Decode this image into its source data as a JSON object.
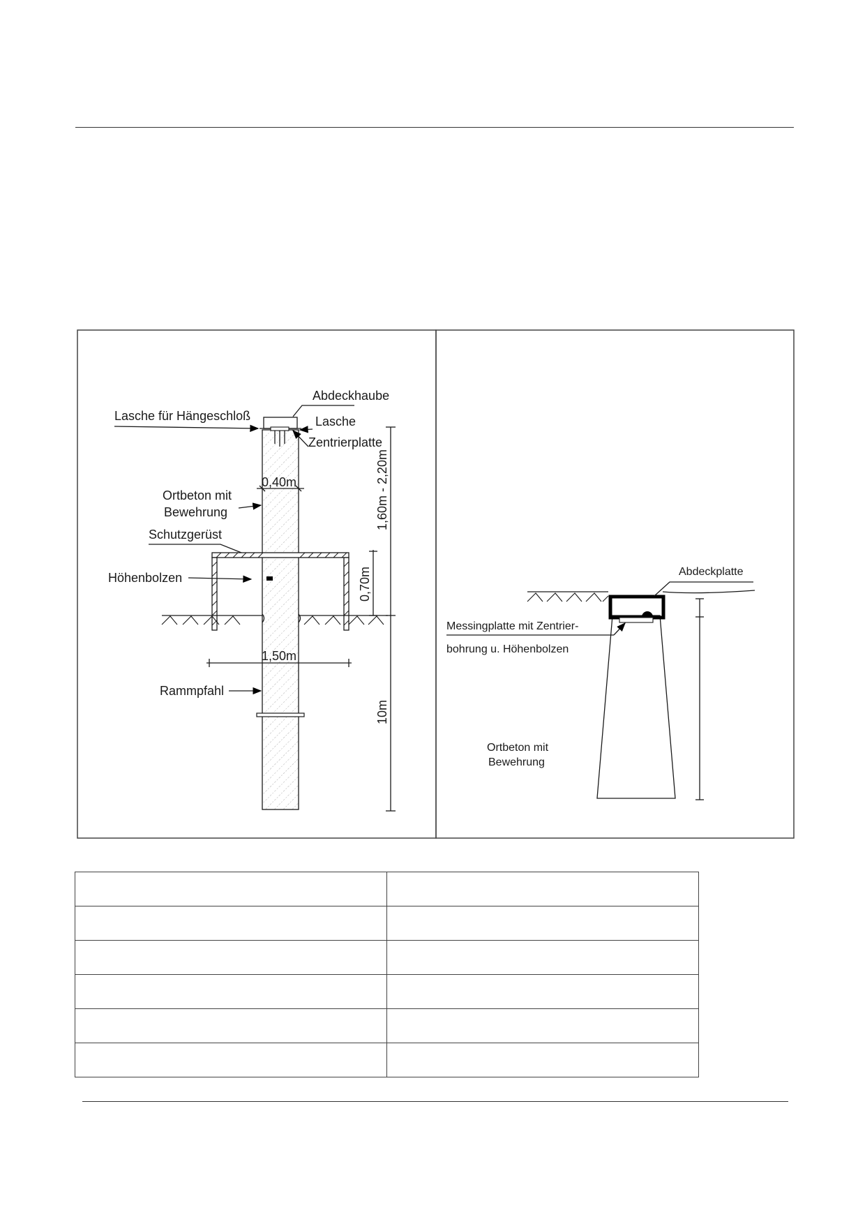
{
  "left_drawing": {
    "labels": {
      "abdeckhaube": "Abdeckhaube",
      "lasche_haengeschloss": "Lasche für Hängeschloß",
      "lasche": "Lasche",
      "zentrierplatte": "Zentrierplatte",
      "ortbeton_line1": "Ortbeton mit",
      "ortbeton_line2": "Bewehrung",
      "schutzgeruest": "Schutzgerüst",
      "hoehenbolzen": "Höhenbolzen",
      "rammpfahl": "Rammpfahl"
    },
    "dimensions": {
      "width_pile": "0,40m",
      "width_scaffold": "1,50m",
      "height_above_ground": "1,60m - 2,20m",
      "height_scaffold": "0,70m",
      "pile_depth": "10m"
    }
  },
  "right_drawing": {
    "labels": {
      "abdeckplatte": "Abdeckplatte",
      "messingplatte_line1": "Messingplatte mit Zentrier-",
      "messingplatte_line2": "bohrung u. Höhenbolzen",
      "ortbeton_line1": "Ortbeton mit",
      "ortbeton_line2": "Bewehrung"
    }
  },
  "table": {
    "rows": [
      [
        "",
        ""
      ],
      [
        "",
        ""
      ],
      [
        "",
        ""
      ],
      [
        "",
        ""
      ],
      [
        "",
        ""
      ],
      [
        "",
        ""
      ]
    ]
  }
}
